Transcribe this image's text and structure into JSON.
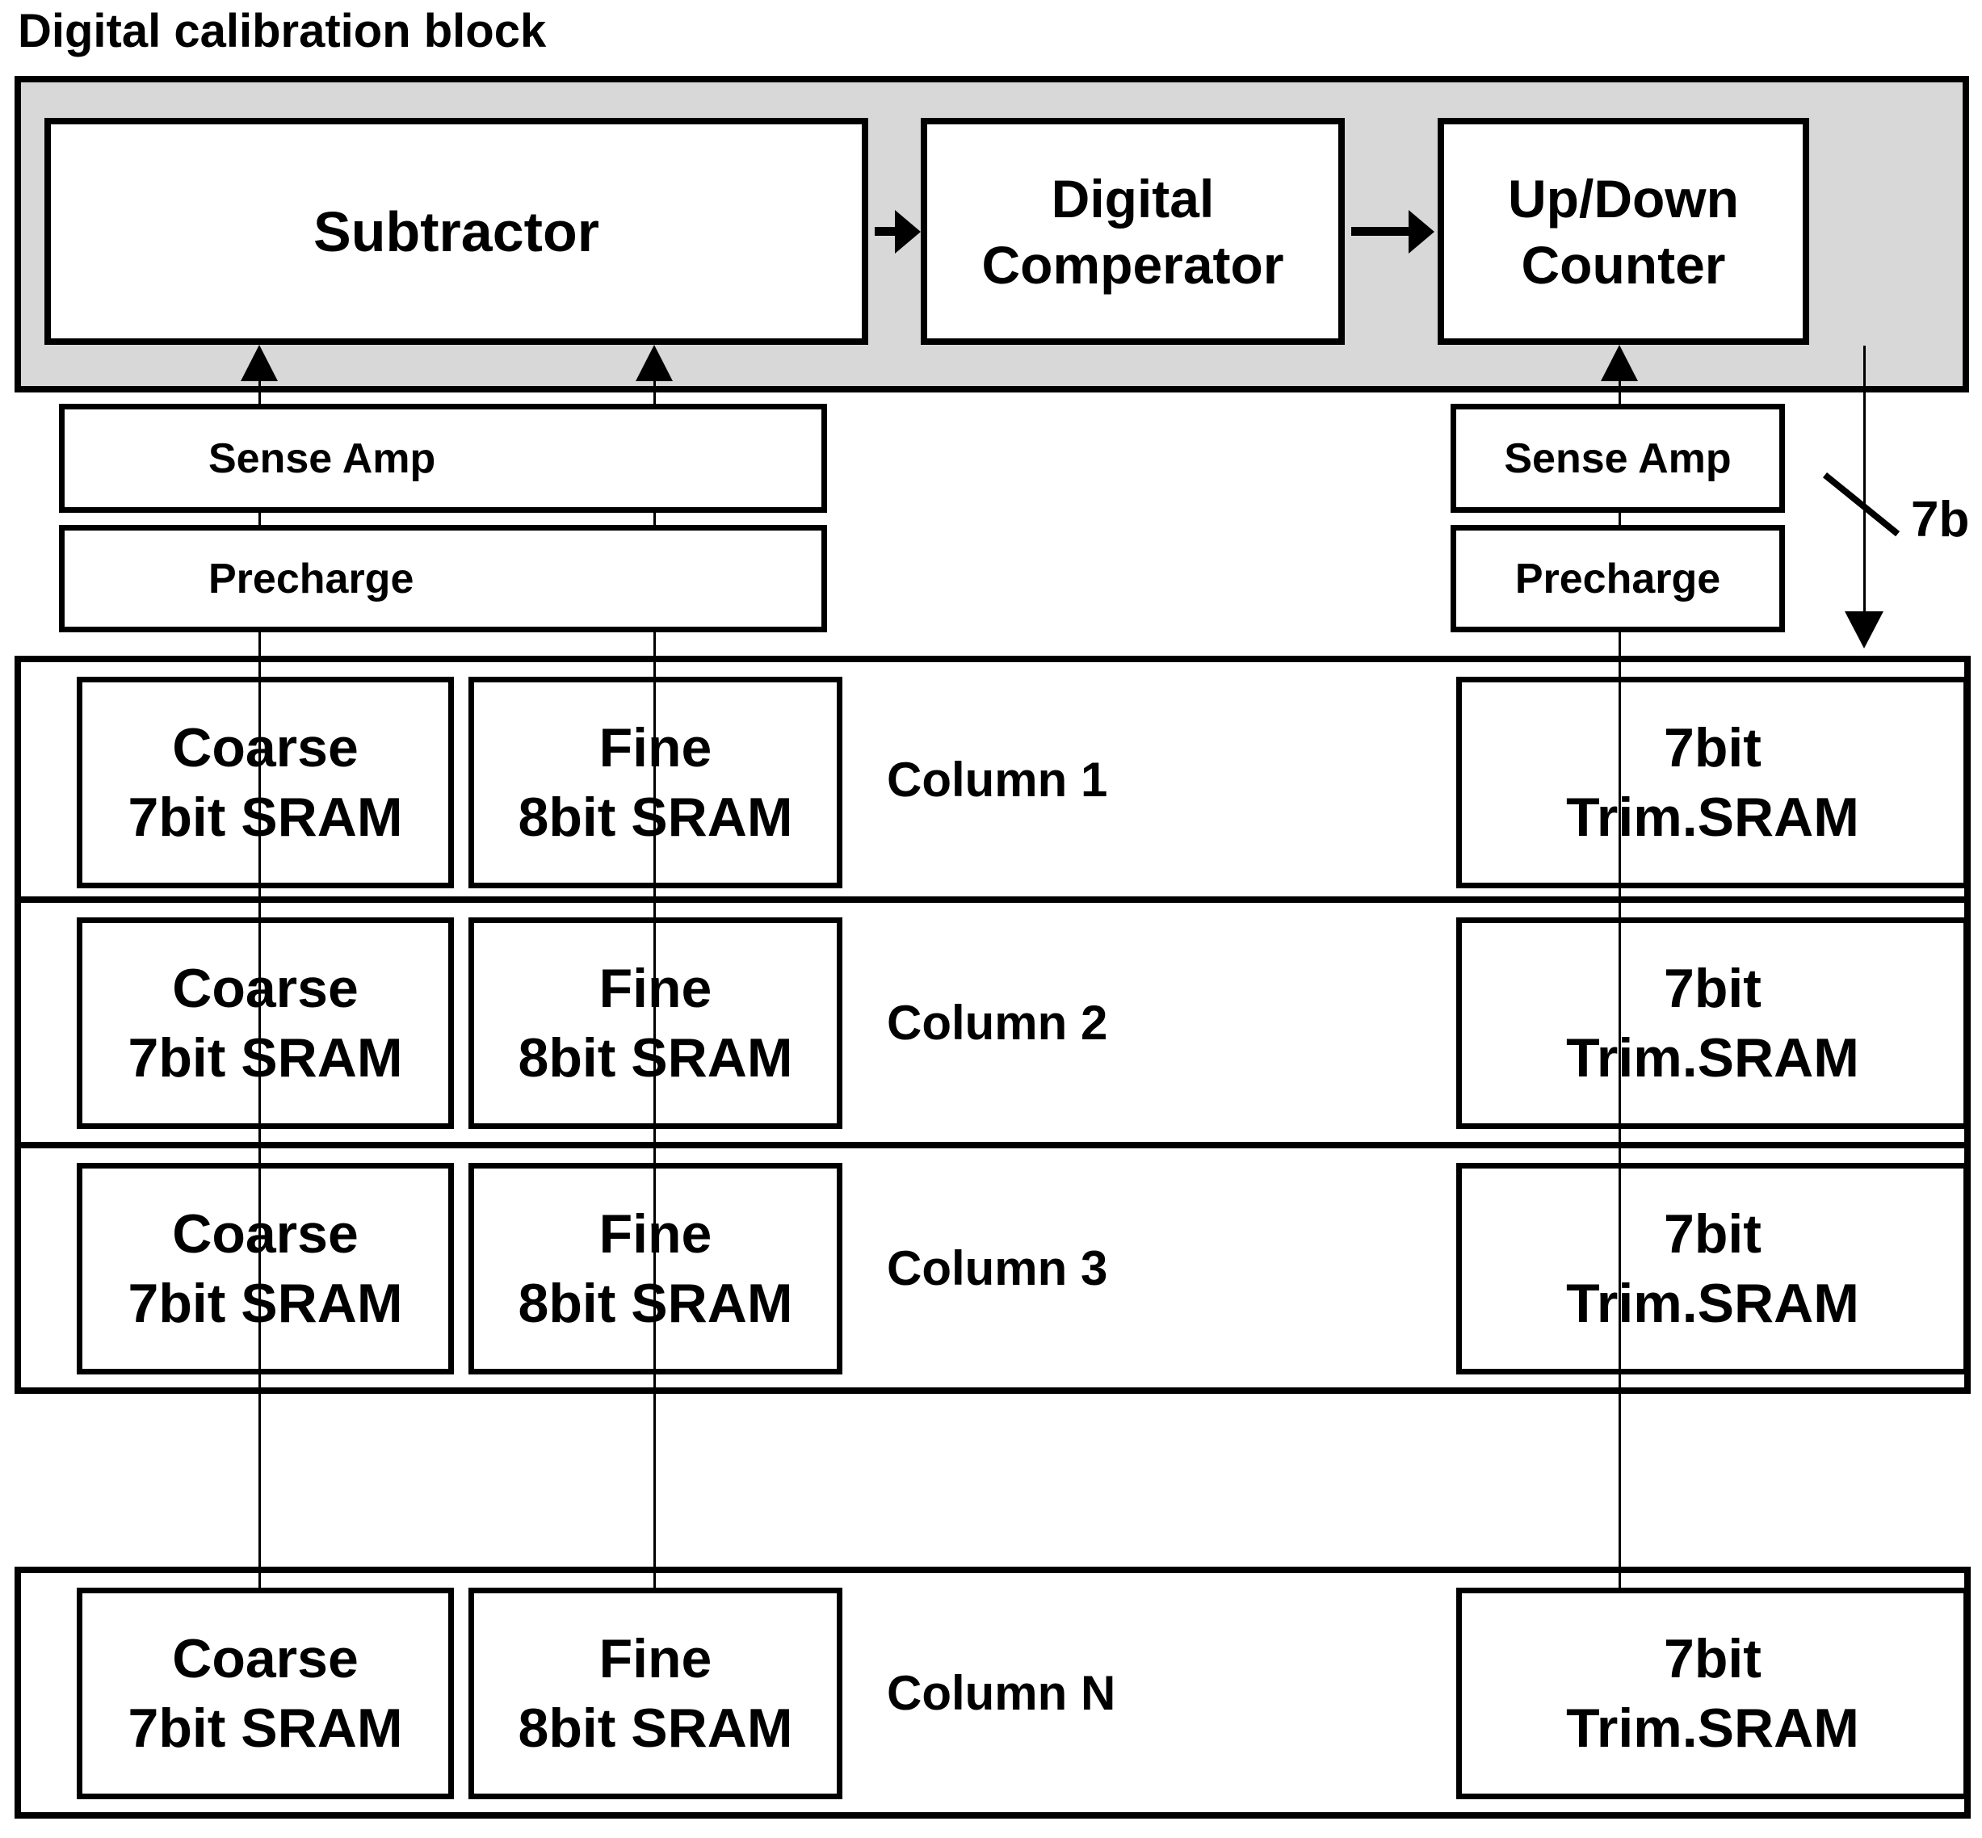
{
  "title": "Digital calibration block",
  "colors": {
    "block_fill": "#d8d8d8",
    "line": "#000000",
    "box_fill": "#ffffff"
  },
  "blocks": {
    "subtractor": "Subtractor",
    "comparator": [
      "Digital",
      "Comperator"
    ],
    "counter": [
      "Up/Down",
      "Counter"
    ]
  },
  "left_bank": {
    "sense_amp": "Sense Amp",
    "precharge": "Precharge"
  },
  "right_bank": {
    "sense_amp": "Sense Amp",
    "precharge": "Precharge"
  },
  "bus": {
    "width_label": "7b"
  },
  "columns": [
    {
      "label": "Column 1",
      "coarse": [
        "Coarse",
        "7bit SRAM"
      ],
      "fine": [
        "Fine",
        "8bit SRAM"
      ],
      "trim": [
        "7bit",
        "Trim.SRAM"
      ]
    },
    {
      "label": "Column 2",
      "coarse": [
        "Coarse",
        "7bit SRAM"
      ],
      "fine": [
        "Fine",
        "8bit SRAM"
      ],
      "trim": [
        "7bit",
        "Trim.SRAM"
      ]
    },
    {
      "label": "Column 3",
      "coarse": [
        "Coarse",
        "7bit SRAM"
      ],
      "fine": [
        "Fine",
        "8bit SRAM"
      ],
      "trim": [
        "7bit",
        "Trim.SRAM"
      ]
    },
    {
      "label": "Column N",
      "coarse": [
        "Coarse",
        "7bit SRAM"
      ],
      "fine": [
        "Fine",
        "8bit SRAM"
      ],
      "trim": [
        "7bit",
        "Trim.SRAM"
      ]
    }
  ]
}
